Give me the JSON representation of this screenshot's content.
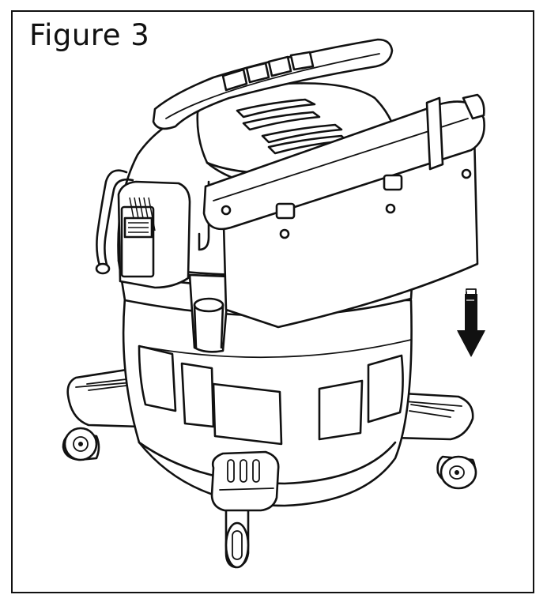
{
  "figure": {
    "label": "Figure 3"
  },
  "illustration": {
    "subject": "wet-dry-vacuum",
    "arrow_direction": "down"
  },
  "colors": {
    "line": "#111111",
    "background": "#ffffff"
  }
}
